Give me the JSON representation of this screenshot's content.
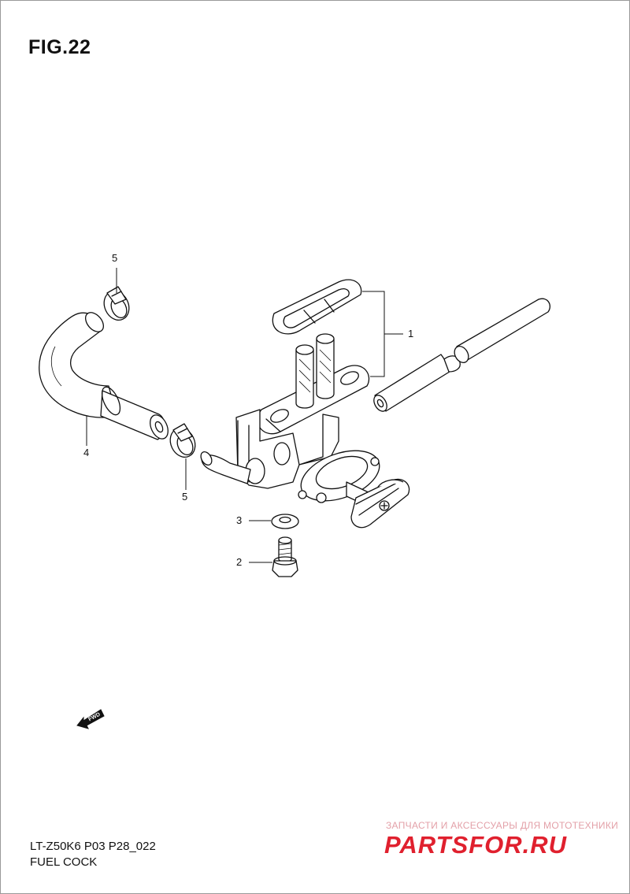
{
  "figure": {
    "title": "FIG.22"
  },
  "callouts": {
    "c1": "1",
    "c2": "2",
    "c3": "3",
    "c4": "4",
    "c5a": "5",
    "c5b": "5"
  },
  "fwd_badge": {
    "label": "FWD"
  },
  "footer": {
    "model_code": "LT-Z50K6 P03 P28_022",
    "part_name": "FUEL COCK"
  },
  "watermark": {
    "tagline": "ЗАПЧАСТИ И АКСЕССУАРЫ ДЛЯ МОТОТЕХНИКИ",
    "logo_text": "PARTSFOR.RU",
    "color": "#e0202e"
  }
}
